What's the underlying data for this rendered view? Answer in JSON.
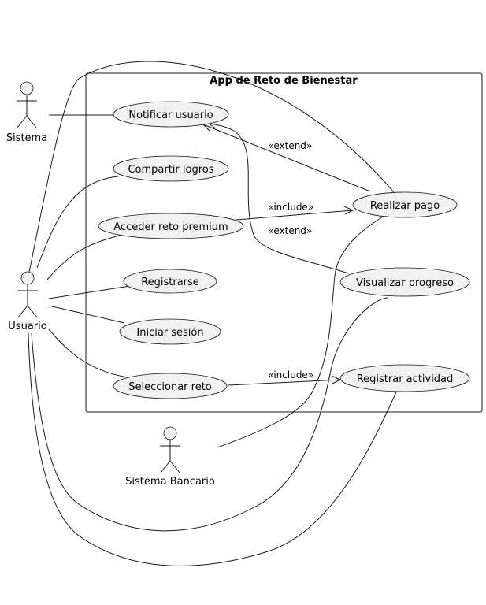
{
  "system": {
    "title": "App de Reto de Bienestar"
  },
  "actors": {
    "sistema": "Sistema",
    "usuario": "Usuario",
    "banco": "Sistema Bancario"
  },
  "use_cases": {
    "notificar": "Notificar usuario",
    "compartir": "Compartir logros",
    "premium": "Acceder reto premium",
    "registrarse": "Registrarse",
    "iniciar": "Iniciar sesión",
    "seleccionar": "Seleccionar reto",
    "pago": "Realizar pago",
    "progreso": "Visualizar progreso",
    "actividad": "Registrar actividad"
  },
  "relations": {
    "extend_pago": "«extend»",
    "include_premium": "«include»",
    "extend_progreso": "«extend»",
    "include_seleccionar": "«include»"
  }
}
